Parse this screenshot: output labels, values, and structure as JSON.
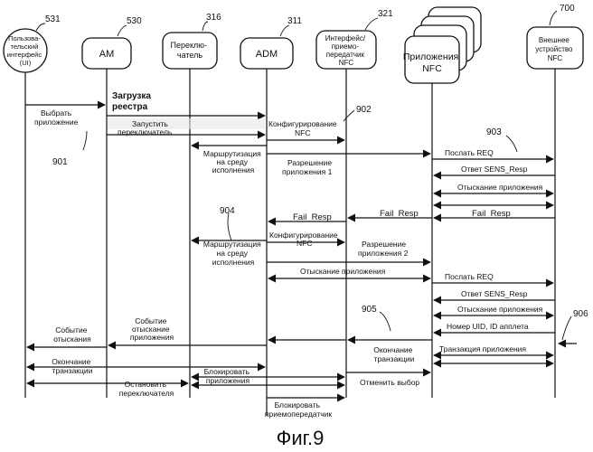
{
  "refs": {
    "r531": "531",
    "r530": "530",
    "r316": "316",
    "r311": "311",
    "r321": "321",
    "r700": "700",
    "r902": "902",
    "r903": "903",
    "r901": "901",
    "r904": "904",
    "r905": "905",
    "r906": "906"
  },
  "headers": {
    "ui": [
      "Пользова-",
      "тельский",
      "интерфейс",
      "(UI)"
    ],
    "am": [
      "AM"
    ],
    "switch": [
      "Переклю-",
      "чатель"
    ],
    "adm": [
      "ADM"
    ],
    "iface": [
      "Интерфейс/",
      "приемо-",
      "передатчик",
      "NFC"
    ],
    "apps": [
      "Приложения",
      "NFC"
    ],
    "ext": [
      "Внешнее",
      "устройство",
      "NFC"
    ]
  },
  "messages": {
    "select_app": [
      "Выбрать",
      "приложение"
    ],
    "load_registry": [
      "Загрузка",
      "реестра"
    ],
    "start_switch": [
      "Запустить",
      "переключатель"
    ],
    "config_nfc": [
      "Конфигурирование",
      "NFC"
    ],
    "routing_1": [
      "Маршрутизация",
      "на среду",
      "исполнения"
    ],
    "enable_app_1": [
      "Разрешение",
      "приложения 1"
    ],
    "send_req": [
      "Послать REQ"
    ],
    "sens_resp_1": [
      "Ответ SENS_Resp"
    ],
    "app_search_1": [
      "Отыскание приложения"
    ],
    "fail_resp_ext": [
      "Fail_Resp"
    ],
    "fail_resp_iface": [
      "Fail_Resp"
    ],
    "fail_resp_adm": [
      "Fail_Resp"
    ],
    "config_nfc_2": [
      "Конфигурирование",
      "NFC"
    ],
    "routing_2": [
      "Маршрутизация",
      "на среду",
      "исполнения"
    ],
    "enable_app_2": [
      "Разрешение",
      "приложения 2"
    ],
    "app_search_2": [
      "Отыскание приложения"
    ],
    "send_req_2": [
      "Послать REQ"
    ],
    "sens_resp_2": [
      "Ответ SENS_Resp"
    ],
    "app_search_3": [
      "Отыскание приложения"
    ],
    "uid_aid": [
      "Номер UID, ID апплета"
    ],
    "app_transaction": [
      "Транзакция приложения"
    ],
    "search_event_ui": [
      "Событие",
      "отыскания"
    ],
    "search_event_am": [
      "Событие",
      "отыскание",
      "приложения"
    ],
    "tx_end_1": [
      "Окончание",
      "транзакции"
    ],
    "tx_end_ui": [
      "Окончание",
      "транзакции"
    ],
    "block_apps": [
      "Блокировать",
      "приложения"
    ],
    "stop_switch": [
      "Остановить",
      "переключателя"
    ],
    "cancel_select": [
      "Отменить выбор"
    ],
    "block_transceiver": [
      "Блокировать",
      "приемопередатчик"
    ]
  },
  "caption": "Фиг.9"
}
